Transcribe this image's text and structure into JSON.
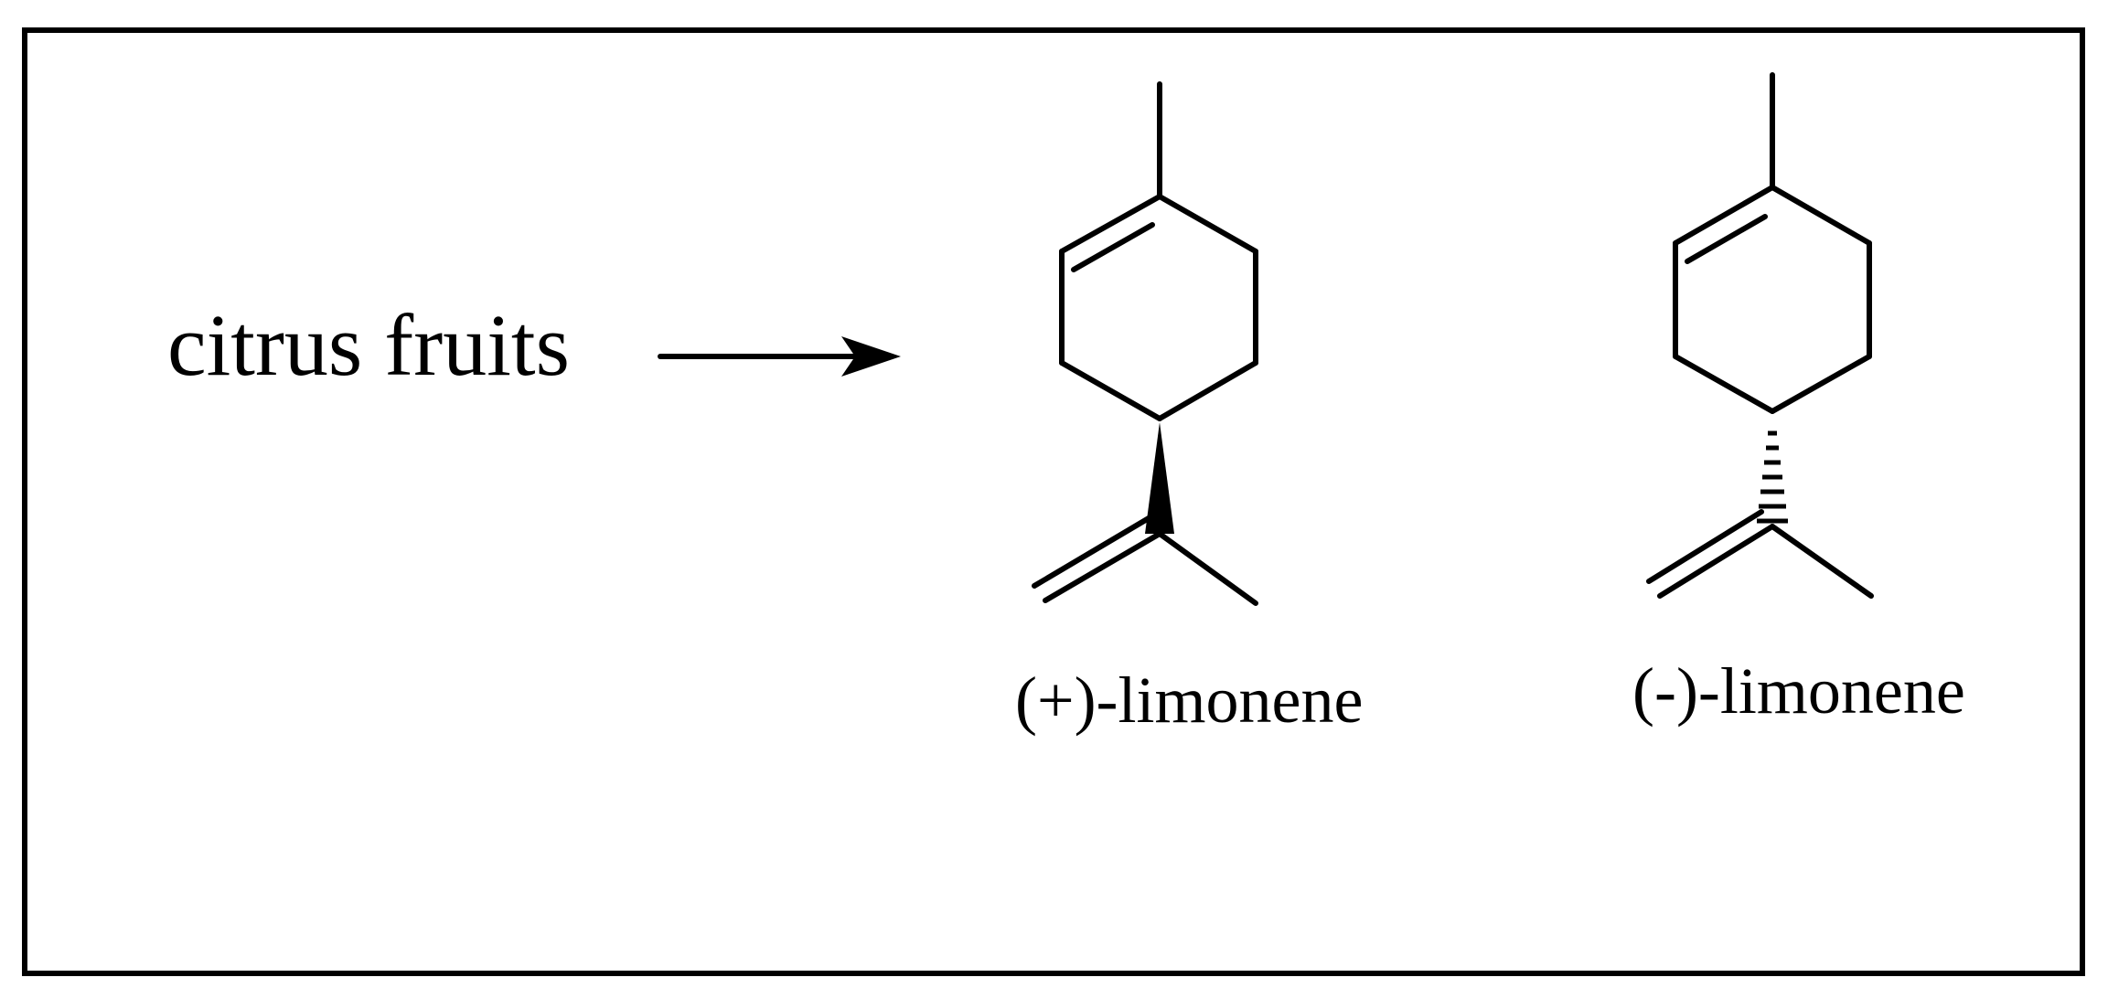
{
  "source": {
    "label": "citrus fruits"
  },
  "molecules": [
    {
      "label": "(+)-limonene",
      "stereo_bond": "wedge"
    },
    {
      "label": "(-)-limonene",
      "stereo_bond": "hash"
    }
  ],
  "colors": {
    "stroke": "#000000",
    "background": "#ffffff"
  }
}
